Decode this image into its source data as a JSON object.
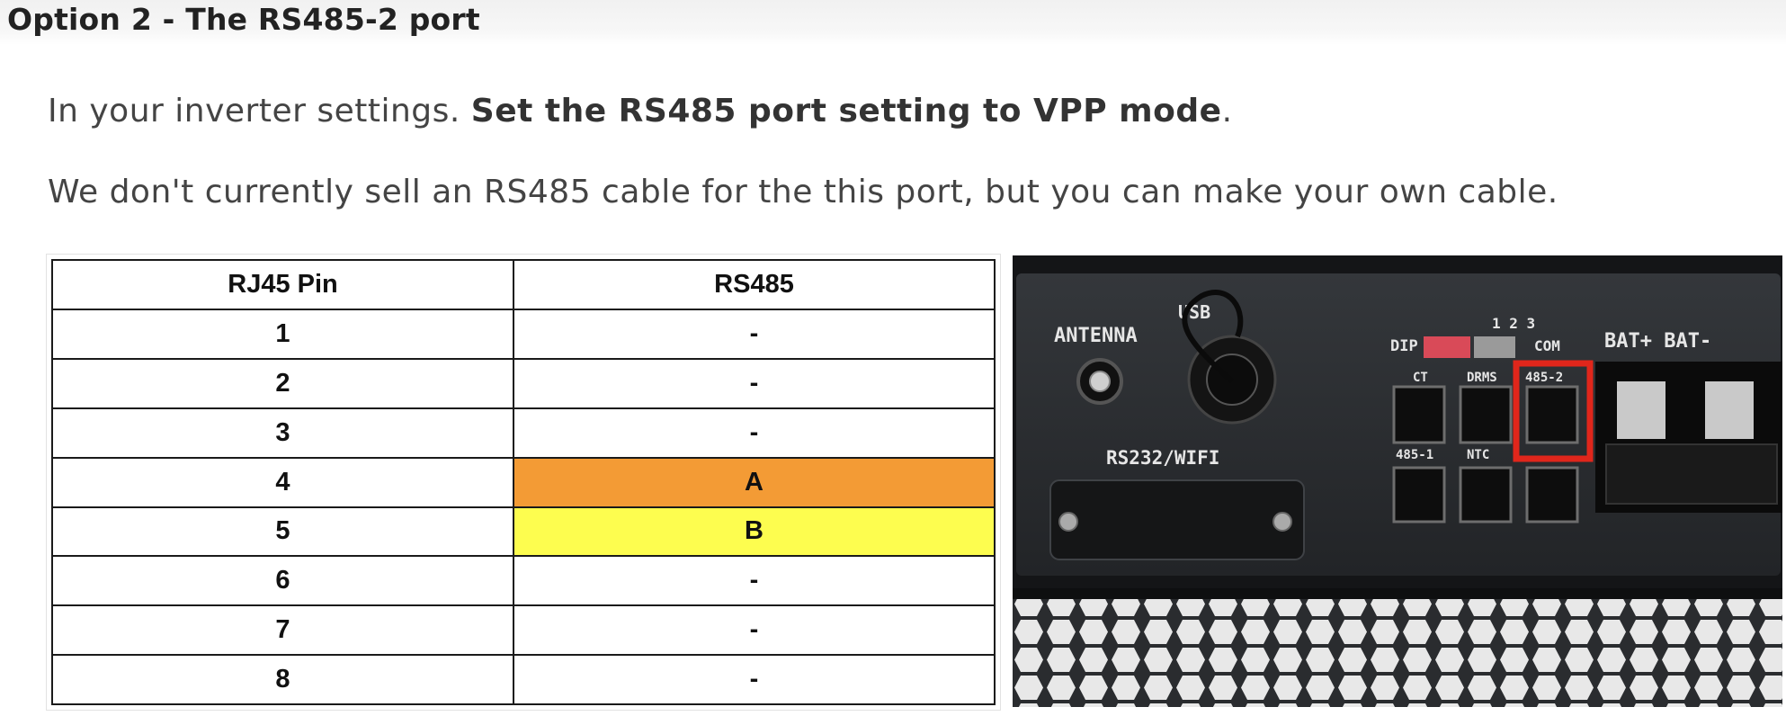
{
  "heading": "Option 2 - The RS485-2 port",
  "instruction": {
    "prefix": "In your inverter settings. ",
    "emphasis": "Set the RS485 port setting to VPP mode",
    "suffix": "."
  },
  "note": "We don't currently sell an RS485 cable for the this port, but you can make your own cable.",
  "table": {
    "headers": [
      "RJ45 Pin",
      "RS485"
    ],
    "rows": [
      {
        "pin": "1",
        "rs485": "-"
      },
      {
        "pin": "2",
        "rs485": "-"
      },
      {
        "pin": "3",
        "rs485": "-"
      },
      {
        "pin": "4",
        "rs485": "A",
        "highlight": "#f39b35"
      },
      {
        "pin": "5",
        "rs485": "B",
        "highlight": "#fdfd4f"
      },
      {
        "pin": "6",
        "rs485": "-"
      },
      {
        "pin": "7",
        "rs485": "-"
      },
      {
        "pin": "8",
        "rs485": "-"
      }
    ]
  },
  "photo": {
    "labels": {
      "antenna": "ANTENNA",
      "usb": "USB",
      "rs232_wifi": "RS232/WIFI",
      "dip": "DIP",
      "dip_numbers": "1 2 3",
      "com": "COM",
      "bat": "BAT+ BAT-",
      "ct": "CT",
      "drms": "DRMS",
      "port_485_2": "485-2",
      "port_485_1": "485-1",
      "ntc": "NTC"
    },
    "highlight_color": "#e0261b"
  }
}
